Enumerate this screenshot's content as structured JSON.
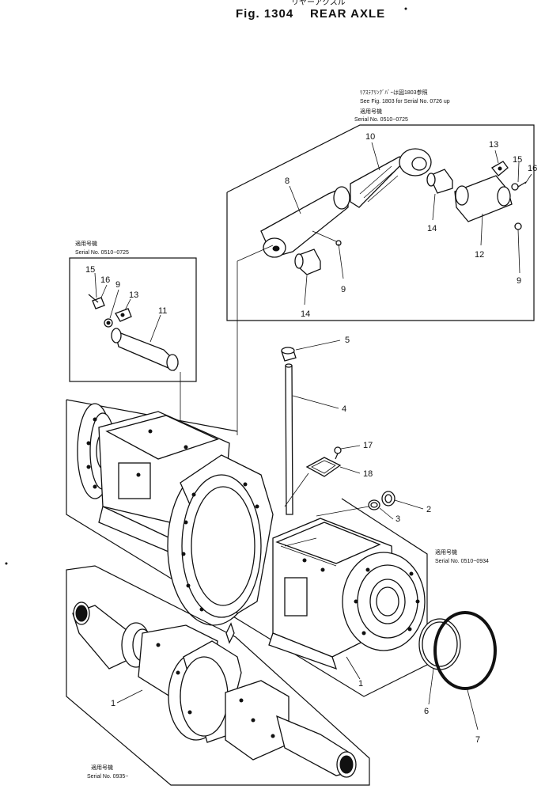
{
  "figure": {
    "title_jp": "リヤーアクスル",
    "fig_label": "Fig. 1304",
    "title": "REAR AXLE"
  },
  "notes": {
    "upper_right_ref": "ﾘｱｽﾃｱﾘﾝｸﾞﾊﾞｰは図1803参照",
    "upper_right_ref_en": "See Fig. 1803 for Serial No. 0726 up",
    "upper_right_jp": "適用号機",
    "upper_right_serial": "Serial No. 0510~0725",
    "left_jp": "適用号機",
    "left_serial": "Serial No. 0510~0725",
    "right_jp": "適用号機",
    "right_serial": "Serial No. 0510~0934",
    "bottom_jp": "適用号機",
    "bottom_serial": "Serial No. 0935~"
  },
  "callouts": [
    "1",
    "2",
    "3",
    "4",
    "5",
    "6",
    "7",
    "8",
    "9",
    "10",
    "11",
    "12",
    "13",
    "14",
    "15",
    "16",
    "17",
    "18"
  ]
}
